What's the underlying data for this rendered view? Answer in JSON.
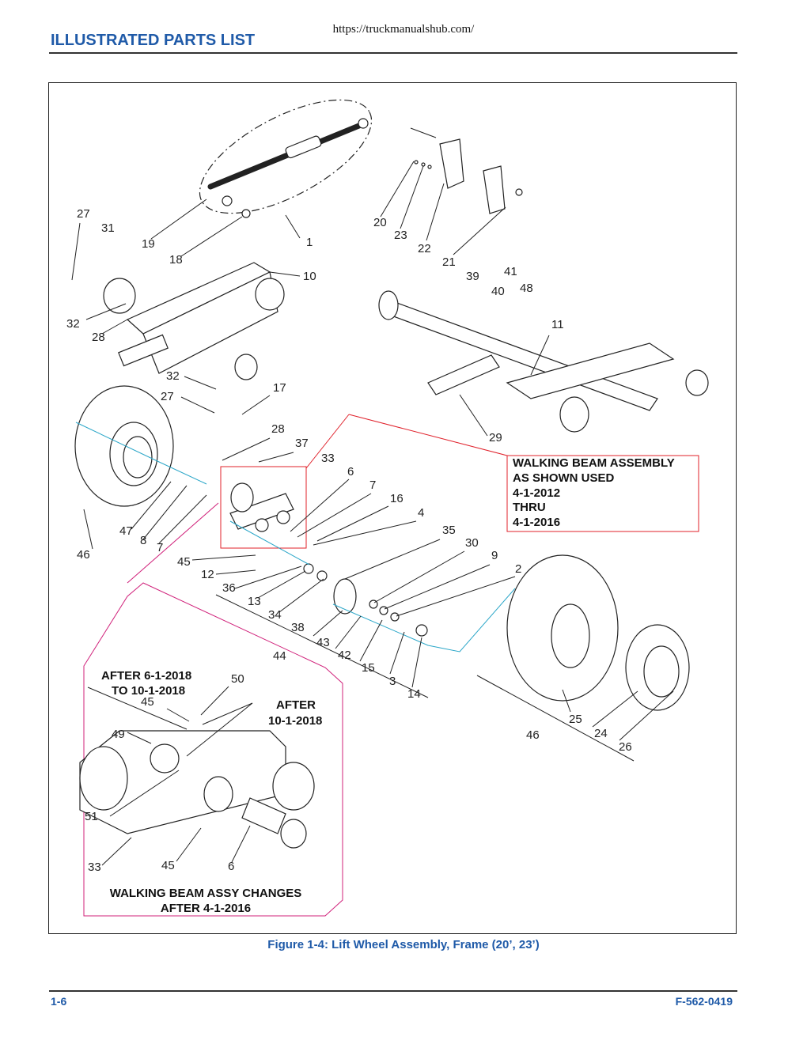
{
  "header": {
    "url": "https://truckmanualshub.com/",
    "title": "ILLUSTRATED PARTS LIST"
  },
  "figure": {
    "caption": "Figure 1-4:  Lift Wheel Assembly, Frame (20’, 23’)",
    "callouts": [
      "1",
      "2",
      "3",
      "4",
      "6",
      "7",
      "8",
      "9",
      "10",
      "11",
      "12",
      "13",
      "14",
      "15",
      "16",
      "17",
      "18",
      "19",
      "20",
      "21",
      "22",
      "23",
      "24",
      "25",
      "26",
      "27",
      "28",
      "29",
      "30",
      "31",
      "32",
      "33",
      "34",
      "35",
      "36",
      "37",
      "38",
      "39",
      "40",
      "41",
      "42",
      "43",
      "44",
      "45",
      "46",
      "47",
      "48",
      "49",
      "50",
      "51"
    ],
    "notes": {
      "walking_beam": [
        "WALKING BEAM ASSEMBLY",
        "AS SHOWN USED",
        "4-1-2012",
        "THRU",
        "4-1-2016"
      ],
      "after_6_1_2018": [
        "AFTER 6-1-2018",
        "TO 10-1-2018"
      ],
      "after_10_1_2018": [
        "AFTER",
        "10-1-2018"
      ],
      "changes": [
        "WALKING BEAM ASSY CHANGES",
        "AFTER 4-1-2016"
      ]
    },
    "colors": {
      "accent": "#1f5aa8",
      "cyan_line": "#2aa6c8",
      "red_box": "#e0202a",
      "magenta_box": "#d0207a"
    }
  },
  "footer": {
    "page": "1-6",
    "doc_number": "F-562-0419"
  }
}
